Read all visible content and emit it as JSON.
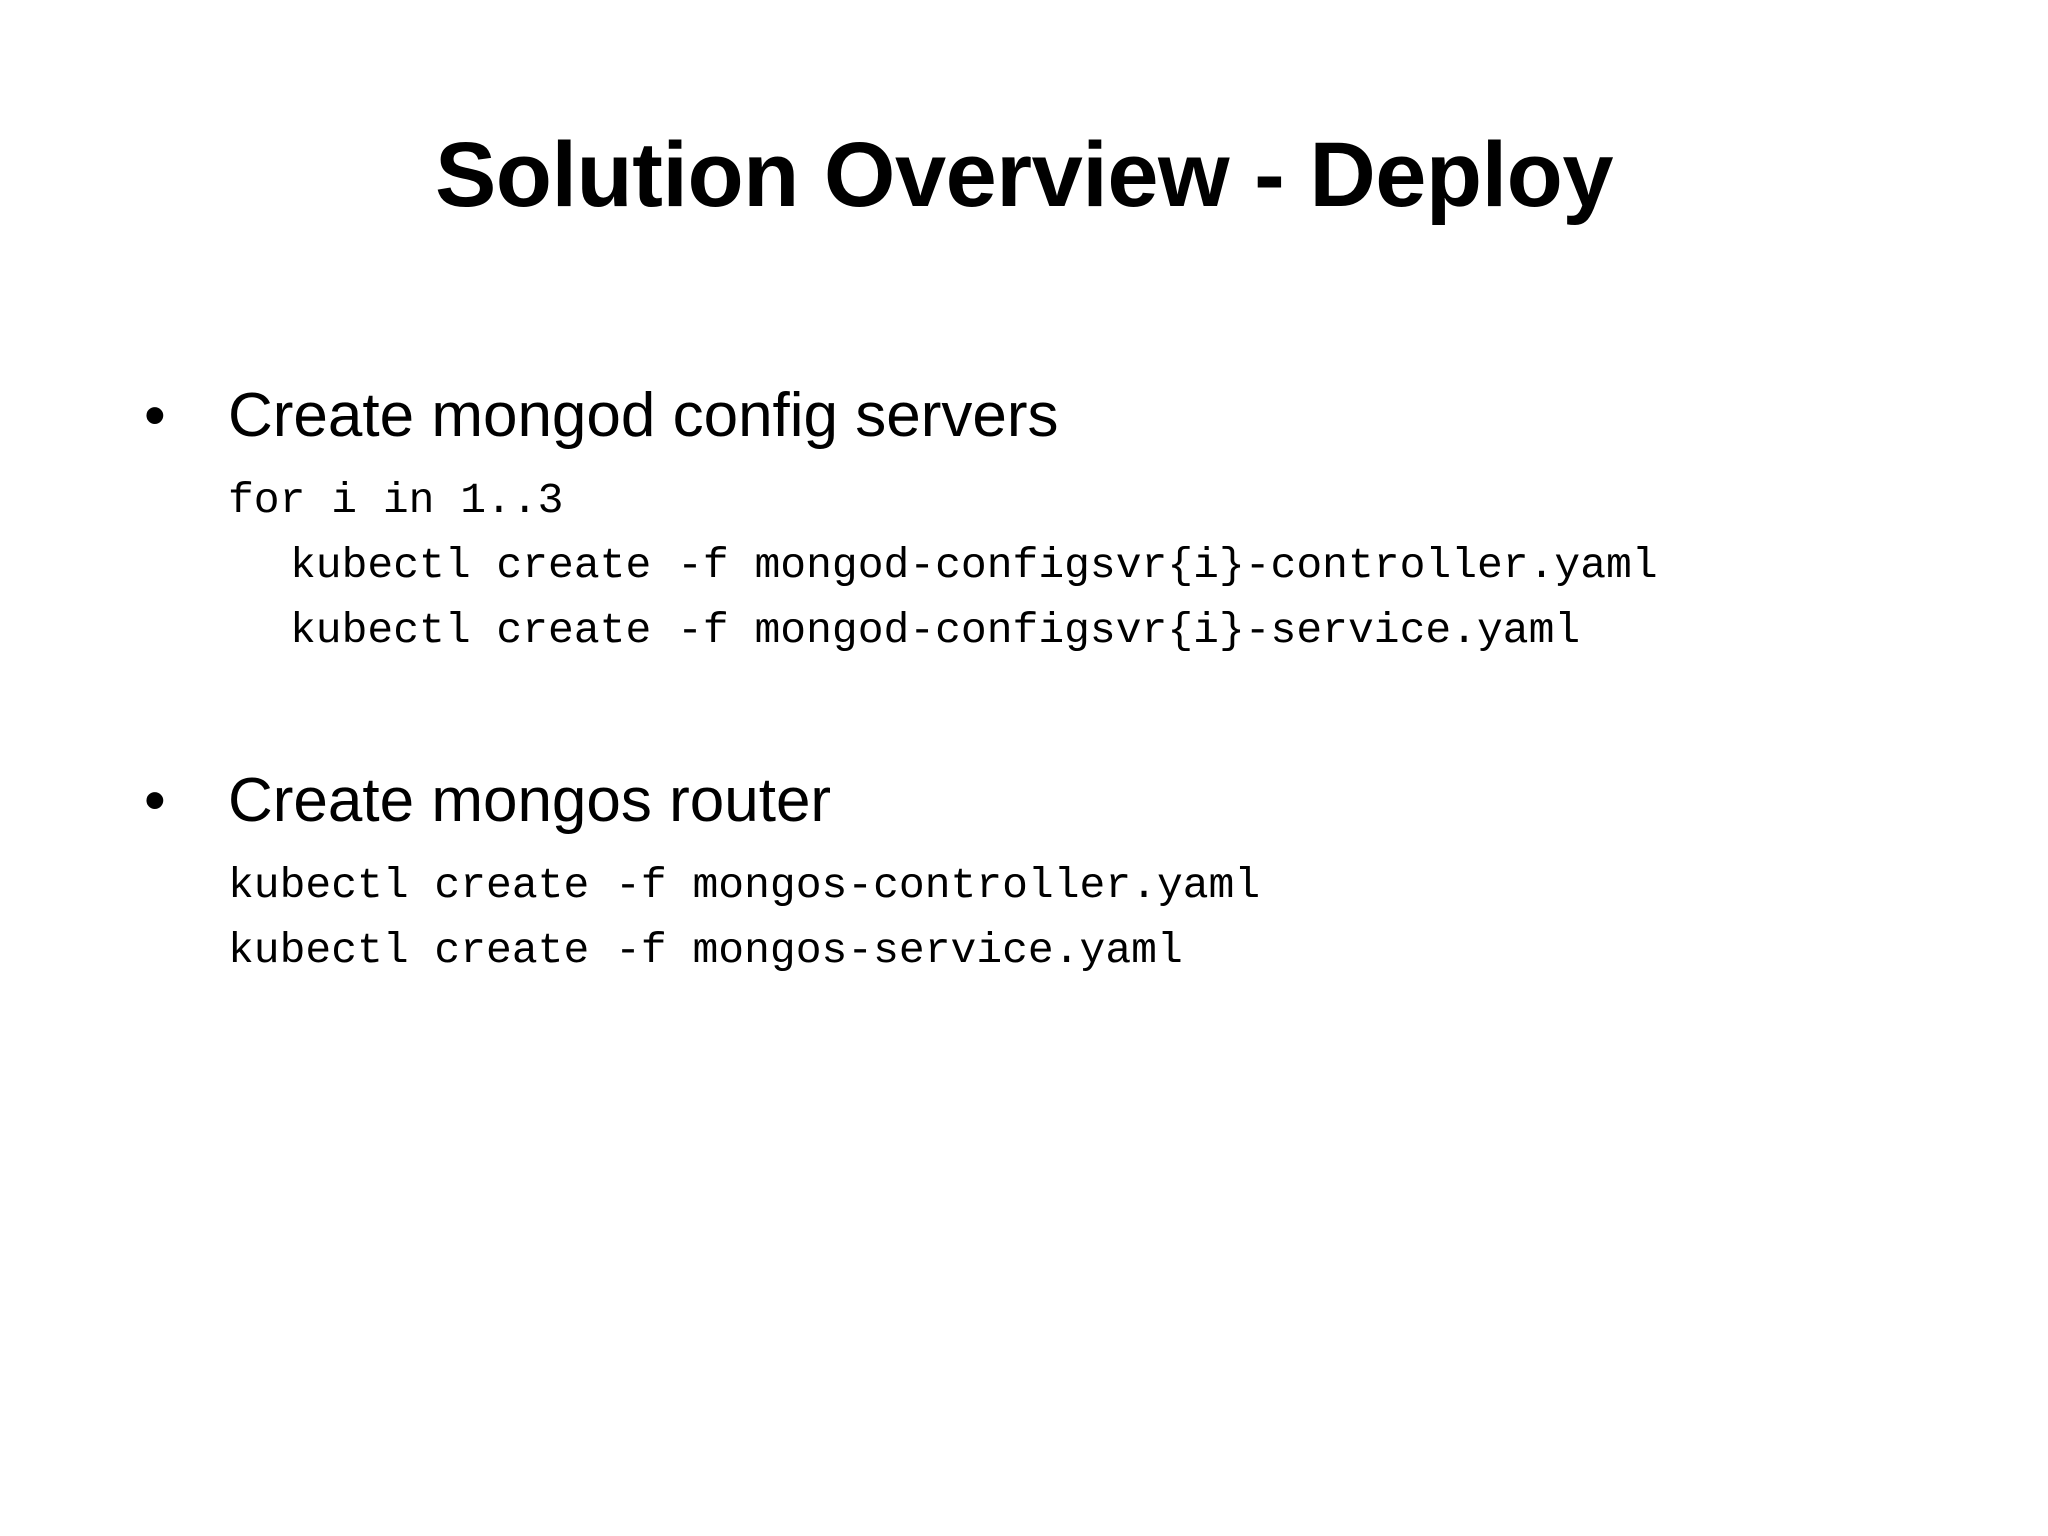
{
  "slide": {
    "title": "Solution Overview - Deploy",
    "bullet_marker": "•",
    "background_color": "#ffffff",
    "text_color": "#000000",
    "blocks": [
      {
        "heading": "Create mongod config servers",
        "code_lines": [
          {
            "text": "for i in 1..3",
            "indent": 1
          },
          {
            "text": "kubectl create -f mongod-configsvr{i}-controller.yaml",
            "indent": 2
          },
          {
            "text": "kubectl create -f mongod-configsvr{i}-service.yaml",
            "indent": 2
          }
        ]
      },
      {
        "heading": "Create mongos router",
        "code_lines": [
          {
            "text": "kubectl create -f mongos-controller.yaml",
            "indent": 1
          },
          {
            "text": "kubectl create -f mongos-service.yaml",
            "indent": 1
          }
        ]
      }
    ]
  }
}
